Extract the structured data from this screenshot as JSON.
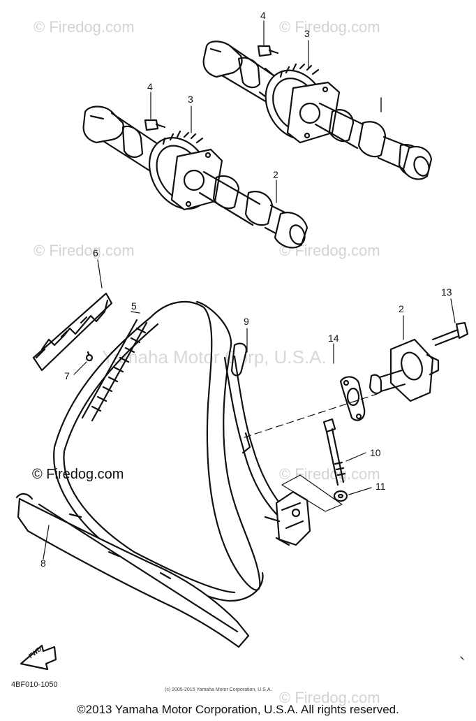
{
  "watermarks": {
    "firedog_faint": "© Firedog.com",
    "yamaha_faint": "Yamaha Motor Corp, U.S.A."
  },
  "firedog_main": "© Firedog.com",
  "callouts": {
    "c4a": "4",
    "c3a": "3",
    "c4b": "4",
    "c3b": "3",
    "c2a": "2",
    "c6": "6",
    "c5": "5",
    "c9": "9",
    "c7": "7",
    "c14": "14",
    "c2b": "2",
    "c13": "13",
    "c10": "10",
    "c11": "11",
    "c8": "8"
  },
  "fwd_label": "FWD",
  "diagram_code": "4BF010-1050",
  "small_copyright": "(c) 2005-2015 Yamaha Motor Corporation, U.S.A.",
  "footer_copyright": "©2013 Yamaha Motor Corporation, U.S.A. All rights reserved."
}
